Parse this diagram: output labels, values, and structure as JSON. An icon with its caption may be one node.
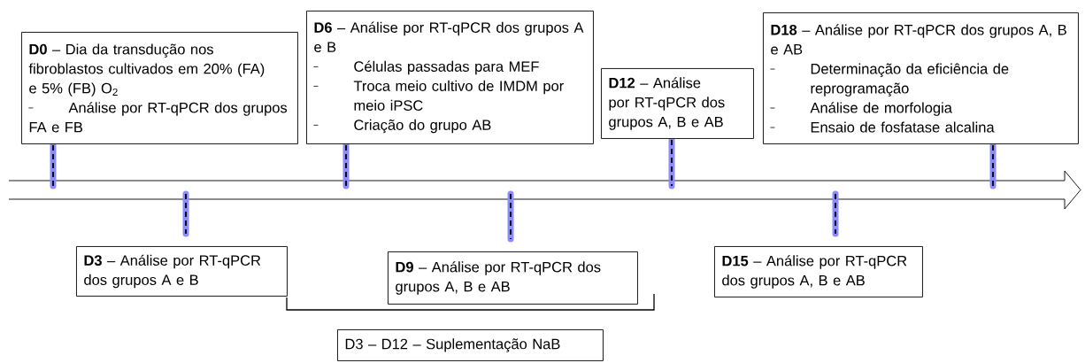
{
  "diagram": {
    "nodes": [
      {
        "text": [
          "**D0** – Dia da transdução nos fibroblastos cultivados em 20% (FA) e 5% (FB) O$_{2}$",
          "Análise por RT-qPCR dos grupos FA e FB"
        ]
      },
      {
        "text": [
          "**D6** – Análise por RT-qPCR dos grupos A e B",
          "Células passadas para MEF",
          "Troca meio cultivo de IMDM por meio iPSC",
          "Criação do grupo AB"
        ]
      },
      {
        "text": [
          "**D12** – Análise por RT-qPCR dos grupos A, B e AB"
        ]
      },
      {
        "text": [
          "**D18** – Análise por RT-qPCR dos grupos A, B e AB",
          "Determinação da eficiência de reprogramação",
          "Análise de morfologia",
          "Ensaio de fosfatase alcalina"
        ]
      },
      {
        "text": [
          "**D3** – Análise por RT-qPCR dos grupos A e B"
        ]
      },
      {
        "text": [
          "**D9** – Análise por RT-qPCR dos grupos A, B e AB"
        ]
      },
      {
        "text": [
          "**D15** – Análise por RT-qPCR dos grupos A, B e AB"
        ]
      },
      {
        "text": [
          "D3 – D12 – Suplementação NaB"
        ]
      }
    ]
  }
}
